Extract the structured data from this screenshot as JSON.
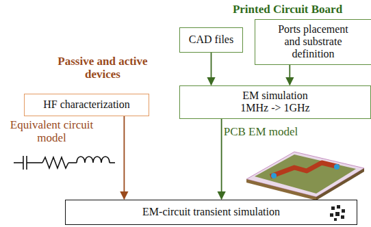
{
  "diagram": {
    "nodes": [
      {
        "text": [
          "CAD files"
        ]
      },
      {
        "text": [
          "Ports placement and substrate definition"
        ]
      },
      {
        "text": [
          "EM simulation 1MHz -> 1GHz"
        ]
      },
      {
        "text": [
          "HF characterization"
        ]
      },
      {
        "text": [
          "EM-circuit transient simulation"
        ]
      }
    ],
    "edges": [
      {
        "from": 0,
        "to": 2,
        "arrow": "to"
      },
      {
        "from": 1,
        "to": 2,
        "arrow": "to"
      },
      {
        "from": 3,
        "to": 4,
        "label": "Equivalent circuit model",
        "arrow": "to"
      },
      {
        "from": 2,
        "to": 4,
        "label": "PCB EM model",
        "arrow": "to"
      }
    ],
    "labels": [
      "Printed Circuit Board",
      "Passive and active devices"
    ]
  }
}
